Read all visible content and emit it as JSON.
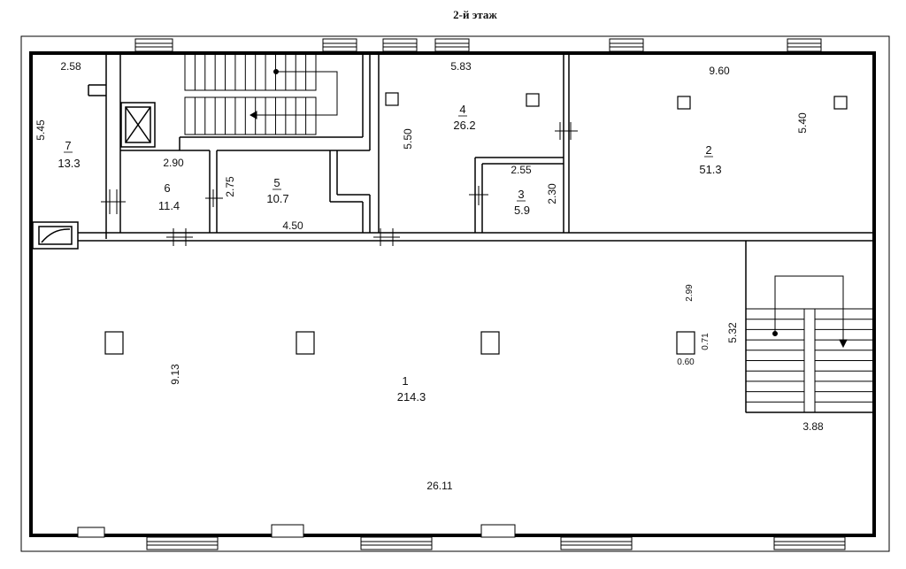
{
  "title": "2-й этаж",
  "rooms": [
    {
      "id": "r1",
      "number": "1",
      "area": "214.3"
    },
    {
      "id": "r2",
      "number": "2",
      "area": "51.3"
    },
    {
      "id": "r3",
      "number": "3",
      "area": "5.9"
    },
    {
      "id": "r4",
      "number": "4",
      "area": "26.2"
    },
    {
      "id": "r5",
      "number": "5",
      "area": "10.7"
    },
    {
      "id": "r6",
      "number": "6",
      "area": "11.4"
    },
    {
      "id": "r7",
      "number": "7",
      "area": "13.3"
    }
  ],
  "dimensions": {
    "d_2_58": "2.58",
    "d_5_45": "5.45",
    "d_2_90": "2.90",
    "d_2_75": "2.75",
    "d_4_50": "4.50",
    "d_5_83": "5.83",
    "d_5_50": "5.50",
    "d_2_55": "2.55",
    "d_2_30": "2.30",
    "d_9_60": "9.60",
    "d_5_40": "5.40",
    "d_2_99": "2.99",
    "d_5_32": "5.32",
    "d_0_71": "0.71",
    "d_0_60": "0.60",
    "d_3_88": "3.88",
    "d_9_13": "9.13",
    "d_26_11": "26.11"
  }
}
